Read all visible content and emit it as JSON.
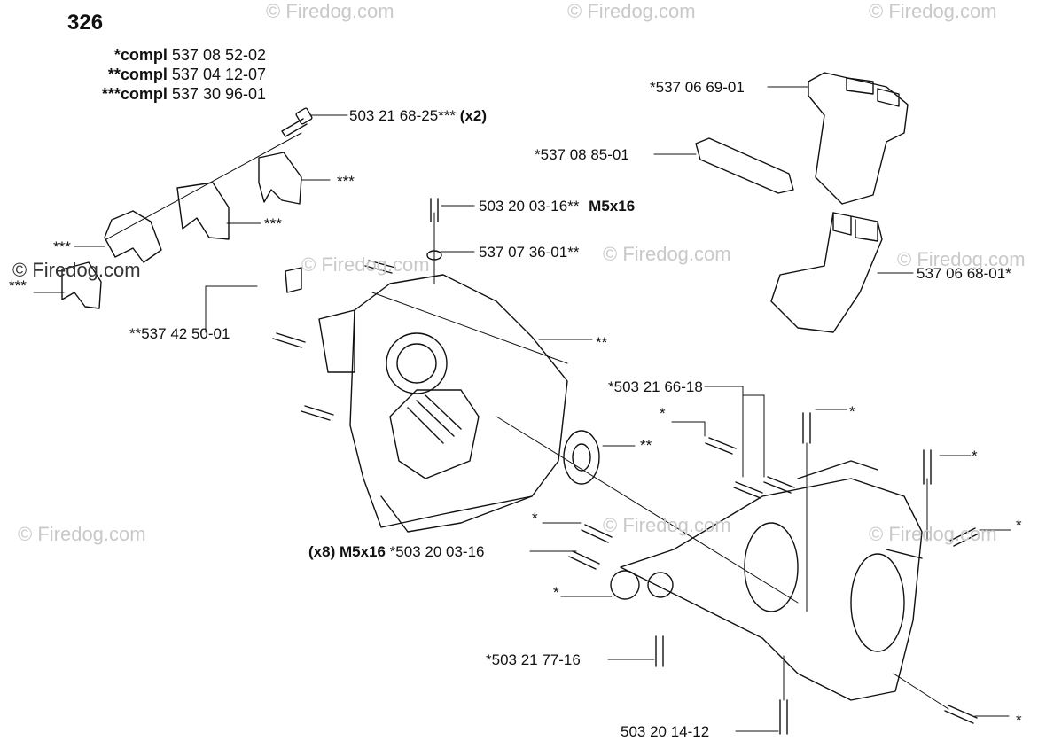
{
  "diagram": {
    "page_number": "326",
    "compl_lines": [
      {
        "prefix": "*compl",
        "number": "537 08 52-02"
      },
      {
        "prefix": "**compl",
        "number": "537 04 12-07"
      },
      {
        "prefix": "***compl",
        "number": "537 30 96-01"
      }
    ],
    "watermark": "© Firedog.com",
    "labels": {
      "screw_top": "503 21 68-25***",
      "screw_top_qty": "(x2)",
      "bracket_a": "*537 06 69-01",
      "plate": "*537 08 85-01",
      "screw_m5": "503 20 03-16**",
      "screw_m5_size": "M5x16",
      "washer": "537 07 36-01**",
      "bracket_b": "537 06 68-01*",
      "seal": "**537 42 50-01",
      "clip_a": "***",
      "clip_b": "***",
      "clip_c": "***",
      "clip_d": "***",
      "crankcase": "**",
      "bearing": "**",
      "crank_screws": "*503 21 66-18",
      "star_1": "*",
      "star_2": "*",
      "star_3": "*",
      "star_4": "*",
      "star_5": "*",
      "star_6": "*",
      "star_7": "*",
      "screws_x8_qty": "(x8) M5x16",
      "screws_x8": "*503 20 03-16",
      "bolt_bottom": "*503 21 77-16",
      "bolt_lowest": "503 20 14-12"
    }
  }
}
